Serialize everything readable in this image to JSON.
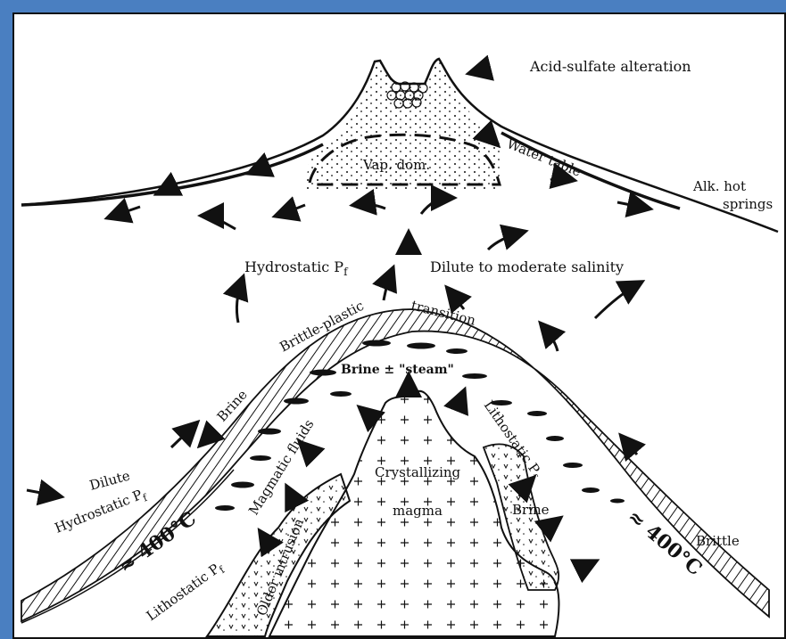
{
  "colors": {
    "frame": "#4a7fc1",
    "ink": "#111111",
    "paper": "#ffffff"
  },
  "labels": {
    "acid_sulfate": "Acid-sulfate alteration",
    "vap_dom": "Vap. dom.",
    "water_table": "Water table",
    "alk_hot_springs_1": "Alk. hot",
    "alk_hot_springs_2": "springs",
    "hydrostatic_upper": "Hydrostatic P",
    "hydrostatic_upper_sub": "f",
    "dilute_moderate": "Dilute to moderate salinity",
    "brittle_plastic": "Brittle-plastic",
    "transition": "transition",
    "brine_steam": "Brine ± \"steam\"",
    "brine_left": "Brine",
    "dilute_left": "Dilute",
    "hydrostatic_left": "Hydrostatic P",
    "hydrostatic_left_sub": "f",
    "magmatic_fluids": "Magmatic fluids",
    "lithostatic_right": "Lithostatic P",
    "lithostatic_right_sub": "f",
    "crystallizing": "Crystallizing",
    "magma": "magma",
    "older_intrusion": "Older intrusion",
    "brine_right": "Brine",
    "temp_left": "≈ 400°C",
    "temp_right": "≈ 400°C",
    "lithostatic_left": "Lithostatic P",
    "lithostatic_left_sub": "f",
    "brittle": "Brittle"
  }
}
